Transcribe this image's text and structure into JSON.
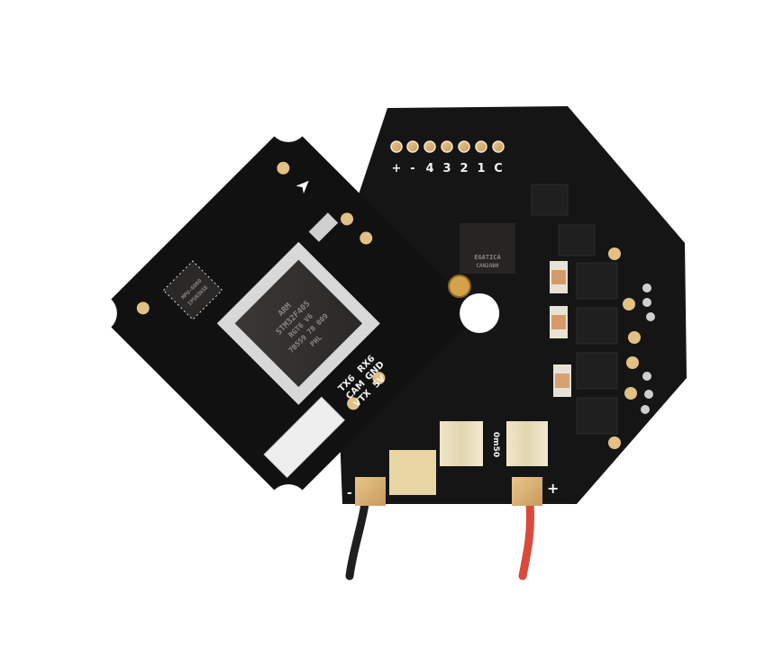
{
  "image": {
    "subject": "Whoop AIO flight controller and 4-in-1 ESC board stack",
    "background": "#ffffff",
    "pcb_color": "#141414",
    "pad_color": "#d9b27a",
    "wire_colors": {
      "negative": "#222222",
      "positive": "#d94a3a"
    }
  },
  "esc_board": {
    "header_labels": [
      "+",
      "-",
      "4",
      "3",
      "2",
      "1",
      "C"
    ],
    "mcu_label": [
      "EGATICA",
      "CAN2AB0"
    ],
    "shunt_label": "0m50",
    "power_pad_labels": {
      "negative": "-",
      "positive": "+"
    }
  },
  "fc_board": {
    "arrow_marker": "forward-arrow",
    "mcu_marking": [
      "ARM",
      "STM32F405",
      "RGT6 V6",
      "7B559 7B 009",
      "PHL"
    ],
    "gyro_marking": [
      "MPU-6000",
      "IPSN3NSE"
    ],
    "uart_labels_left": [
      "TX6",
      "CAM",
      "VTX"
    ],
    "uart_labels_right": [
      "RX6",
      "GND",
      "GND",
      "5V",
      "GND",
      "5V"
    ],
    "silk_labels": [
      "TX6",
      "RX6",
      "CAM",
      "GND",
      "VTX",
      "5V",
      "5V",
      "GND",
      "GND",
      "5V"
    ]
  }
}
